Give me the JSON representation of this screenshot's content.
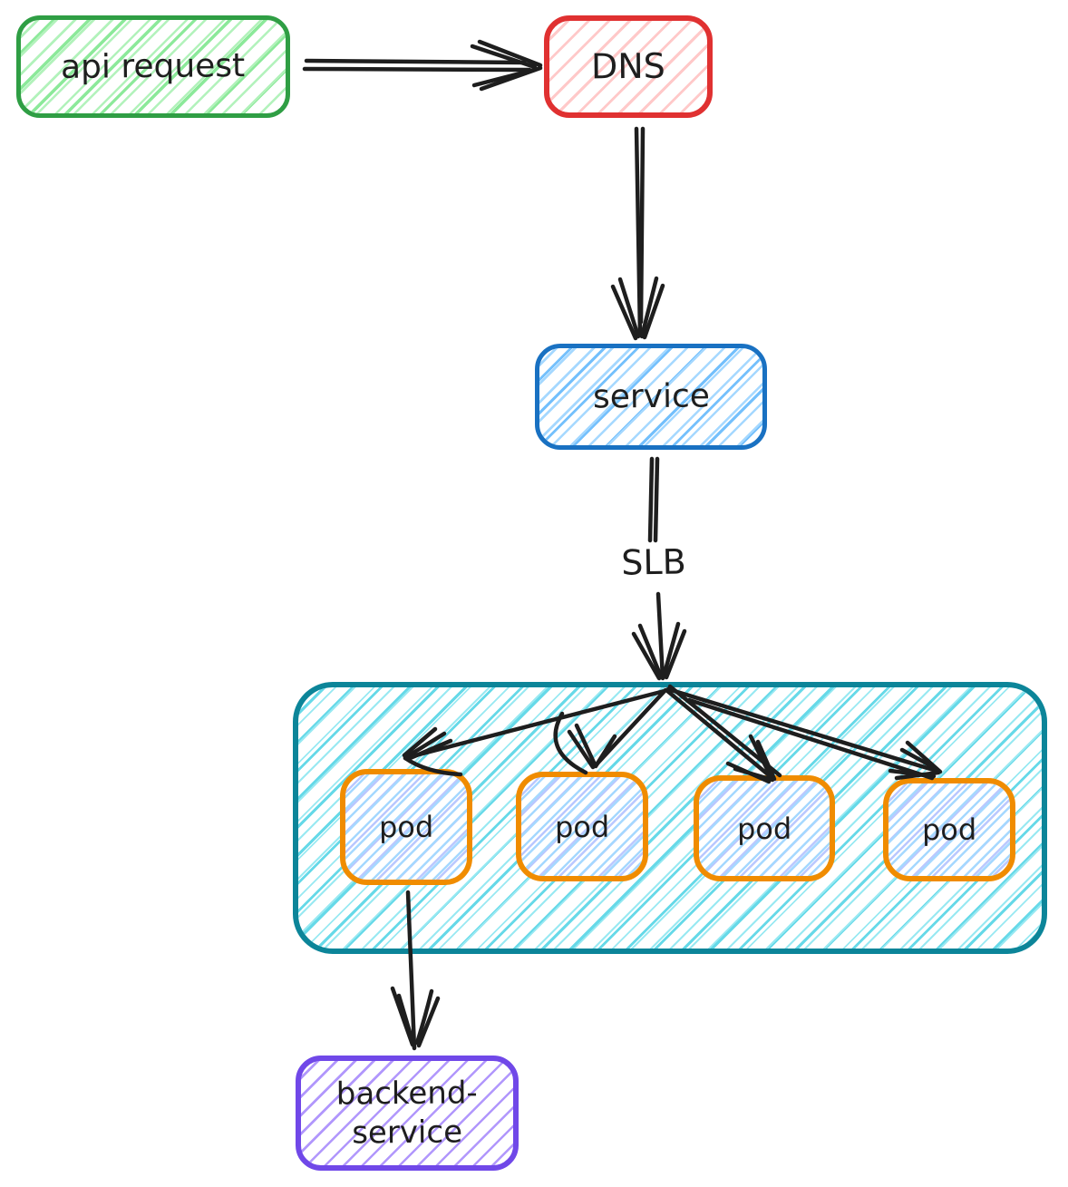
{
  "diagram": {
    "nodes": {
      "api_request": {
        "label": "api request"
      },
      "dns": {
        "label": "DNS"
      },
      "service": {
        "label": "service"
      },
      "cluster_pods": [
        {
          "label": "pod"
        },
        {
          "label": "pod"
        },
        {
          "label": "pod"
        },
        {
          "label": "pod"
        }
      ],
      "backend_service": {
        "label": "backend-\nservice"
      }
    },
    "edge_labels": {
      "service_to_cluster": "SLB"
    },
    "edges": [
      {
        "from": "api request",
        "to": "DNS",
        "label": ""
      },
      {
        "from": "DNS",
        "to": "service",
        "label": ""
      },
      {
        "from": "service",
        "to": "pod cluster",
        "label": "SLB"
      },
      {
        "from": "pod cluster entry",
        "to": "pod 1",
        "label": ""
      },
      {
        "from": "pod cluster entry",
        "to": "pod 2",
        "label": ""
      },
      {
        "from": "pod cluster entry",
        "to": "pod 3",
        "label": ""
      },
      {
        "from": "pod cluster entry",
        "to": "pod 4",
        "label": ""
      },
      {
        "from": "pod 1",
        "to": "backend-service",
        "label": ""
      }
    ]
  },
  "colors": {
    "canvas_bg": "#ffffff",
    "ink": "#1e1e1e",
    "arrow_ink": "#1e1e1e",
    "green_border": "#2f9e44",
    "green_hatch": "#8ce99a",
    "green_hatch_light": "#b2f2bb",
    "red_border": "#e03131",
    "red_hatch": "#ffc9c9",
    "blue_border": "#1971c2",
    "blue_hatch": "#74c0fc",
    "blue_hatch_light": "#a5d8ff",
    "teal_border": "#0c8599",
    "teal_hatch": "#66d9e8",
    "teal_hatch_light": "#99e9f2",
    "orange_border": "#f08c00",
    "pod_hatch_a": "#a5d8ff",
    "pod_hatch_b": "#bac8ff",
    "purple_border": "#7048e8",
    "purple_hatch": "#b197fc"
  }
}
